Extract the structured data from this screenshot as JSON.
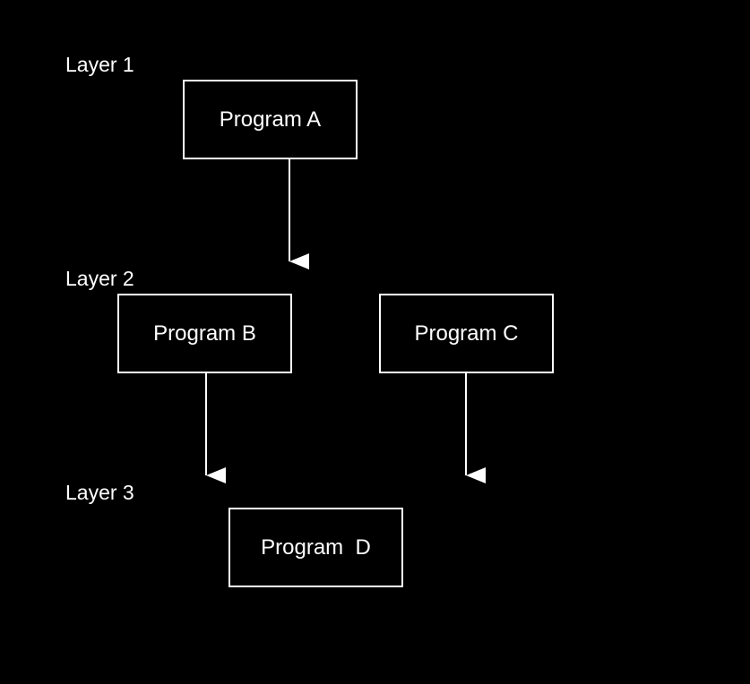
{
  "layers": [
    {
      "label": "Layer 1"
    },
    {
      "label": "Layer 2"
    },
    {
      "label": "Layer 3"
    }
  ],
  "programs": {
    "a": "Program A",
    "b": "Program B",
    "c": "Program C",
    "d": "Program  D"
  },
  "colors": {
    "background": "#000000",
    "stroke": "#ffffff",
    "text": "#ffffff",
    "glow": "#ffffff"
  }
}
